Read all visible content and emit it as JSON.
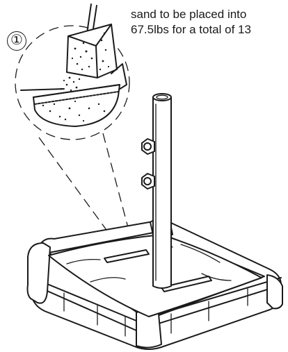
{
  "caption": {
    "line1": "sand to be placed into",
    "line2": "67.5lbs for a total of 13"
  },
  "step_marker": "①"
}
